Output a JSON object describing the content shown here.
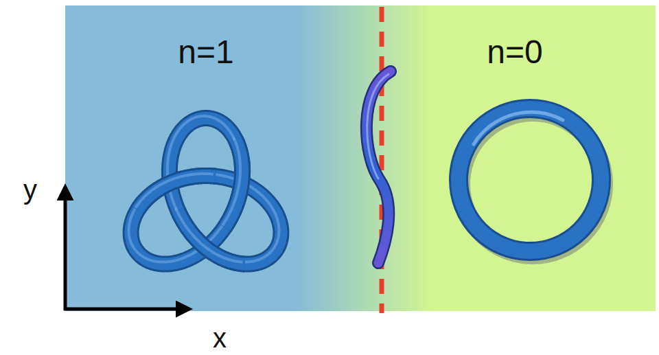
{
  "diagram": {
    "labels": [
      "n=1",
      "n=0",
      "y",
      "x"
    ]
  }
}
